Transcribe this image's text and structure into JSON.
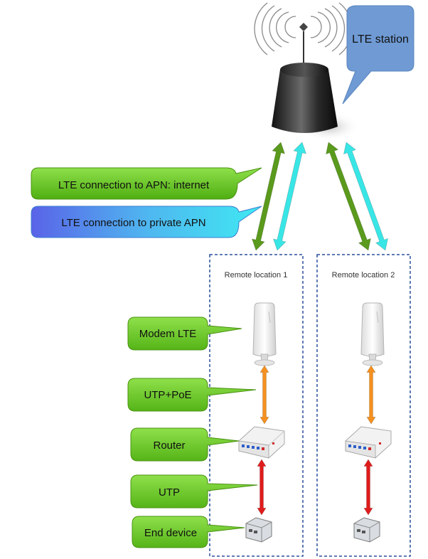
{
  "station": {
    "bubble_label": "LTE station"
  },
  "connections": [
    {
      "label": "LTE connection to APN: internet",
      "color": "#5a9a1c"
    },
    {
      "label": "LTE connection to private APN",
      "color": "#39e6e6"
    }
  ],
  "locations": [
    {
      "label": "Remote location 1"
    },
    {
      "label": "Remote location 2"
    }
  ],
  "legend_callouts": [
    {
      "label": "Modem LTE",
      "icon": "lte-modem-icon"
    },
    {
      "label": "UTP+PoE",
      "icon": "orange-cable-link"
    },
    {
      "label": "Router",
      "icon": "router-icon"
    },
    {
      "label": "UTP",
      "icon": "red-cable-link"
    },
    {
      "label": "End device",
      "icon": "end-device-icon"
    }
  ],
  "colors": {
    "internet_link": "#5a9a1c",
    "private_link": "#39e6e6",
    "poe_link": "#f5901e",
    "utp_link": "#e01b1b",
    "location_border": "#2a4f9a",
    "bubble": "#6f9ad4",
    "callout_green": "#5fc21e"
  }
}
